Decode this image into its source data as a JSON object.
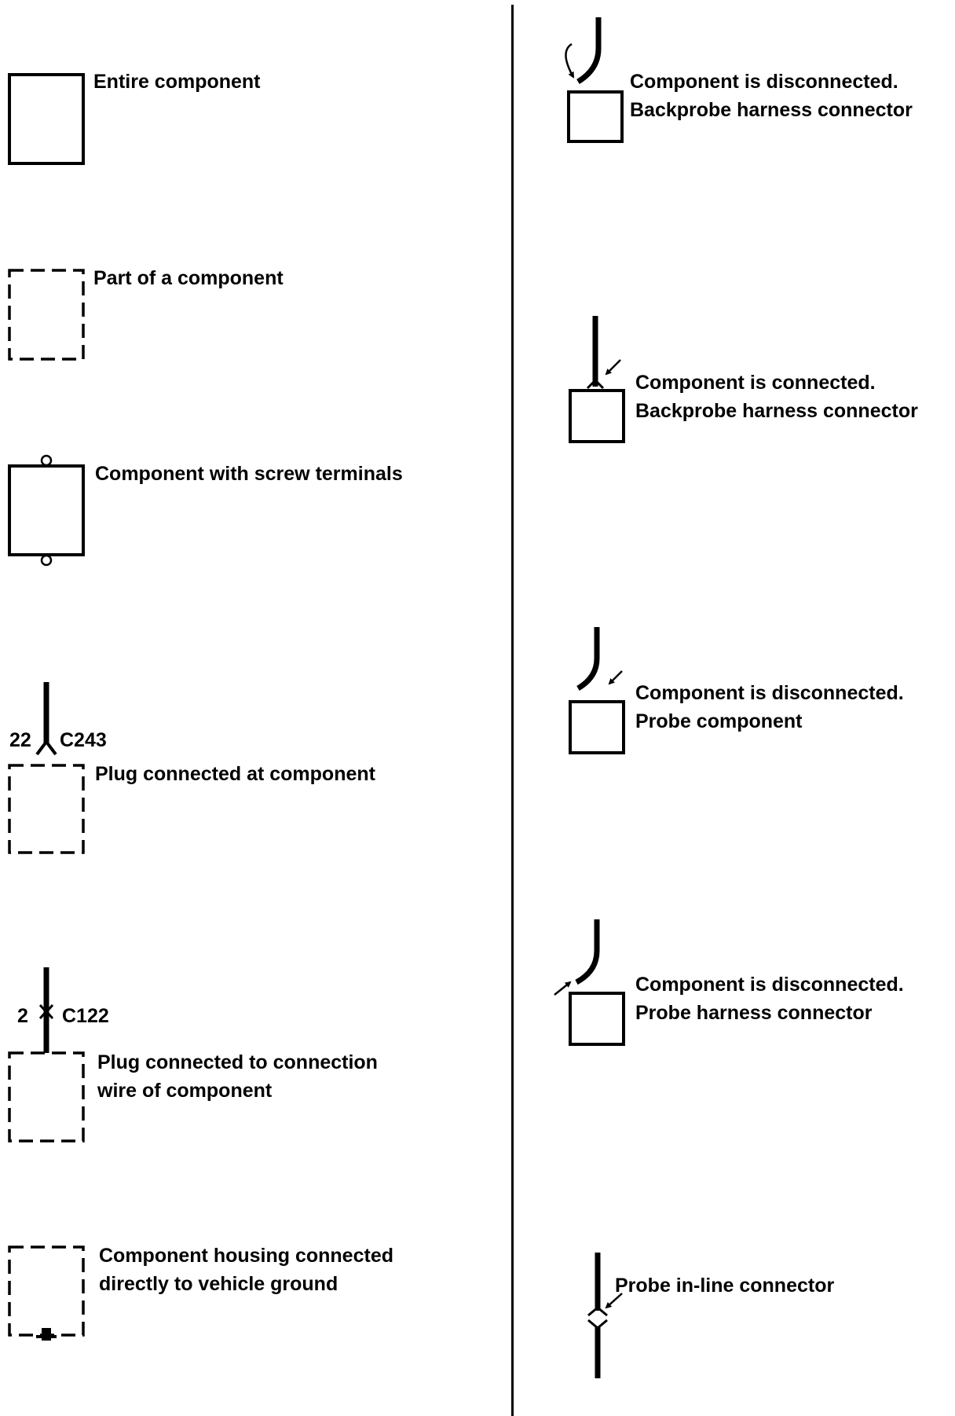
{
  "left": {
    "entire": "Entire component",
    "part": "Part of a component",
    "screw": "Component with screw terminals",
    "plug_at": {
      "pin": "22",
      "connector": "C243",
      "label": "Plug connected at component"
    },
    "plug_wire": {
      "pin": "2",
      "connector": "C122",
      "line1": "Plug connected to connection",
      "line2": "wire of component"
    },
    "housing": {
      "line1": "Component housing connected",
      "line2": "directly to vehicle ground"
    }
  },
  "right": {
    "disc_backprobe": {
      "line1": "Component is disconnected.",
      "line2": "Backprobe harness connector"
    },
    "conn_backprobe": {
      "line1": "Component is connected.",
      "line2": "Backprobe harness connector"
    },
    "disc_probe_comp": {
      "line1": "Component is disconnected.",
      "line2": "Probe component"
    },
    "disc_probe_harness": {
      "line1": "Component is disconnected.",
      "line2": "Probe harness connector"
    },
    "inline": "Probe in-line connector"
  }
}
